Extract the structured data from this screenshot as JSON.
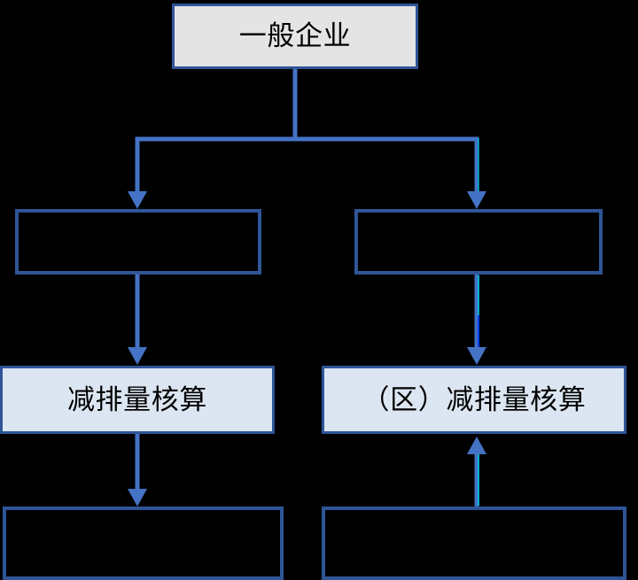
{
  "diagram": {
    "title_node": {
      "label": "一般企业",
      "fill": "#e4e4e4",
      "stroke": "#2f5597"
    },
    "level2": [
      {
        "label": "",
        "fill": "#000000",
        "stroke": "#2f5597"
      },
      {
        "label": "",
        "fill": "#000000",
        "stroke": "#2f5597"
      }
    ],
    "level3": [
      {
        "label": "减排量核算",
        "fill": "#dce6f2",
        "stroke": "#2f5597"
      },
      {
        "label": "（区）减排量核算",
        "fill": "#dce6f2",
        "stroke": "#2f5597"
      }
    ],
    "level4": [
      {
        "label": "",
        "fill": "#000000",
        "stroke": "#2f5597"
      },
      {
        "label": "",
        "fill": "#000000",
        "stroke": "#2f5597"
      }
    ],
    "connectors": {
      "color": "#4472c4",
      "accent_color": "#00b0d0",
      "accent_color_2": "#0040ff",
      "items": [
        {
          "name": "root-split-left",
          "direction": "down"
        },
        {
          "name": "root-split-right",
          "direction": "down"
        },
        {
          "name": "left-mid-to-accent",
          "direction": "down"
        },
        {
          "name": "right-mid-to-accent",
          "direction": "down"
        },
        {
          "name": "left-accent-to-bottom",
          "direction": "down"
        },
        {
          "name": "right-bottom-to-accent",
          "direction": "up"
        }
      ]
    }
  }
}
